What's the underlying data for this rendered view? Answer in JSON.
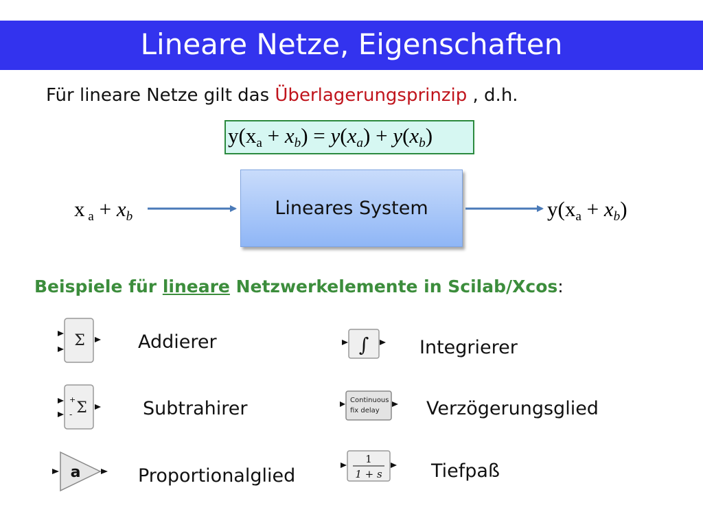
{
  "slide": {
    "title": "Lineare Netze, Eigenschaften",
    "intro": {
      "before": "Für lineare Netze gilt das ",
      "highlight": "Überlagerungsprinzip",
      "after": " , d.h."
    },
    "system_label": "Lineares System",
    "section_heading": {
      "before": "Beispiele für ",
      "underlined": "lineare",
      "after": " Netzwerkelemente in Scilab/Xcos",
      "colon": ":"
    }
  },
  "elements": [
    {
      "label": "Addierer",
      "icon": "sum-block-icon"
    },
    {
      "label": "Subtrahirer",
      "icon": "sum-plus-minus-block-icon"
    },
    {
      "label": "Proportionalglied",
      "icon": "gain-block-icon",
      "symbol": "a"
    },
    {
      "label": "Integrierer",
      "icon": "integral-block-icon"
    },
    {
      "label": "Verzögerungsglied",
      "icon": "continuous-fix-delay-block-icon",
      "line1": "Continuous",
      "line2": "fix delay"
    },
    {
      "label": "Tiefpaß",
      "icon": "transfer-function-block-icon",
      "num": "1",
      "den": "1 + s"
    }
  ],
  "colors": {
    "title_bar": "#3333ee",
    "highlight": "#c0141c",
    "section_heading": "#3c8d3c",
    "formula_box_fill": "#d6f7f2",
    "formula_box_border": "#2b8a3e",
    "arrow": "#4a7ab8"
  }
}
